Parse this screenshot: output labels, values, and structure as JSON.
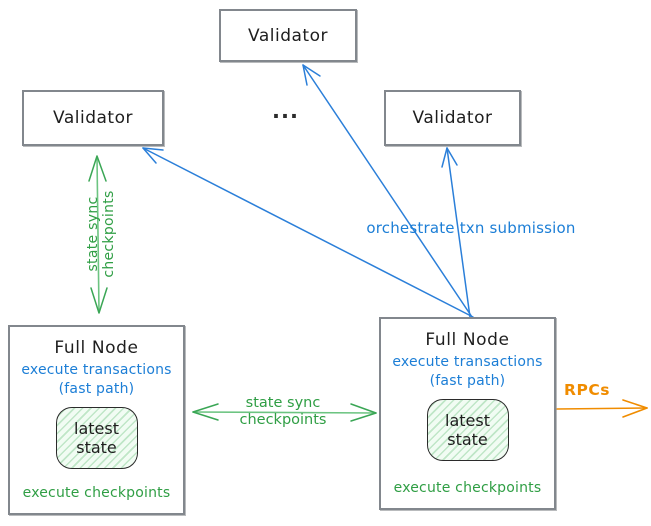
{
  "diagram": {
    "validators": {
      "top_label": "Validator",
      "left_label": "Validator",
      "right_label": "Validator",
      "ellipsis": "..."
    },
    "full_node_left": {
      "title": "Full Node",
      "fast_line1": "execute transactions",
      "fast_line2": "(fast path)",
      "state_line1": "latest",
      "state_line2": "state",
      "footer": "execute checkpoints"
    },
    "full_node_right": {
      "title": "Full Node",
      "fast_line1": "execute transactions",
      "fast_line2": "(fast path)",
      "state_line1": "latest",
      "state_line2": "state",
      "footer": "execute checkpoints"
    },
    "labels": {
      "state_sync_vertical_line1": "state sync",
      "state_sync_vertical_line2": "checkpoints",
      "state_sync_horizontal_line1": "state sync",
      "state_sync_horizontal_line2": "checkpoints",
      "orchestrate": "orchestrate txn submission",
      "rpcs": "RPCs"
    },
    "colors": {
      "blue": "#1c7ed6",
      "green": "#2f9e44",
      "light_green_fill": "#ebfbee",
      "orange": "#f08c00",
      "box_border": "#82878d",
      "text": "#1e1e1e"
    }
  }
}
